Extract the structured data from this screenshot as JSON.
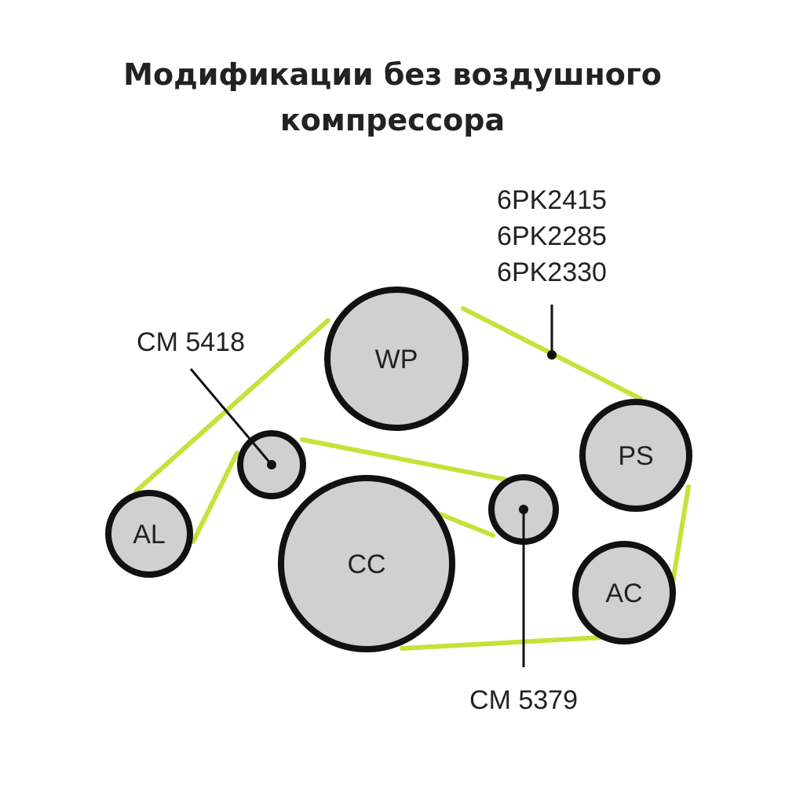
{
  "title": {
    "line1": "Модификации без воздушного",
    "line2": "компрессора"
  },
  "colors": {
    "belt": "#c9e03a",
    "pulley_fill": "#d0d0d0",
    "pulley_stroke": "#111111",
    "text": "#222222",
    "background": "#ffffff"
  },
  "pulleys": {
    "wp": {
      "label": "WP"
    },
    "ps": {
      "label": "PS"
    },
    "ac": {
      "label": "AC"
    },
    "cc": {
      "label": "CC"
    },
    "al": {
      "label": "AL"
    }
  },
  "callouts": {
    "belt": {
      "lines": [
        "6PK2415",
        "6PK2285",
        "6PK2330"
      ]
    },
    "tensioner": {
      "label": "CM 5418"
    },
    "idler": {
      "label": "CM 5379"
    }
  }
}
